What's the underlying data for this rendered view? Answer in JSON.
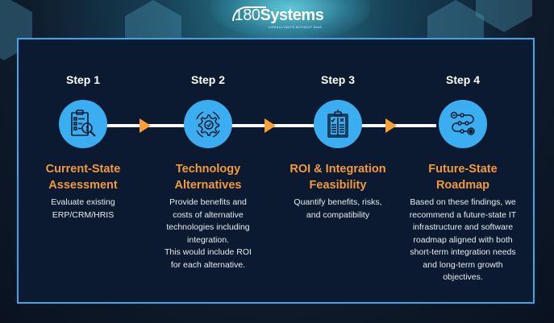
{
  "logo": {
    "number": "180",
    "word": "Systems",
    "tagline": "CONSULTANTS WITHOUT BIAS"
  },
  "colors": {
    "panel_bg": "#0b1a30",
    "panel_border": "#3aa7ec",
    "icon_circle": "#3aaef0",
    "accent_orange": "#f39a35",
    "arrow": "#f7a035"
  },
  "steps": [
    {
      "label": "Step 1",
      "icon": "clipboard-magnifier-icon",
      "title_line1": "Current-State",
      "title_line2": "Assessment",
      "description": [
        "Evaluate existing",
        "ERP/CRM/HRIS"
      ]
    },
    {
      "label": "Step 2",
      "icon": "gear-check-cycle-icon",
      "title_line1": "Technology",
      "title_line2": "Alternatives",
      "description": [
        "Provide benefits and",
        "costs of alternative",
        "technologies including",
        "integration.",
        "This would include ROI",
        "for each alternative."
      ]
    },
    {
      "label": "Step 3",
      "icon": "clipboard-compare-icon",
      "title_line1": "ROI & Integration",
      "title_line2": "Feasibility",
      "description": [
        "Quantify benefits, risks,",
        "and compatibility"
      ]
    },
    {
      "label": "Step 4",
      "icon": "roadmap-path-icon",
      "title_line1": "Future-State",
      "title_line2": "Roadmap",
      "description": [
        "Based on these findings, we",
        "recommend a future-state IT",
        "infrastructure and software",
        "roadmap aligned with both",
        "short-term integration needs",
        "and long-term growth",
        "objectives."
      ]
    }
  ]
}
